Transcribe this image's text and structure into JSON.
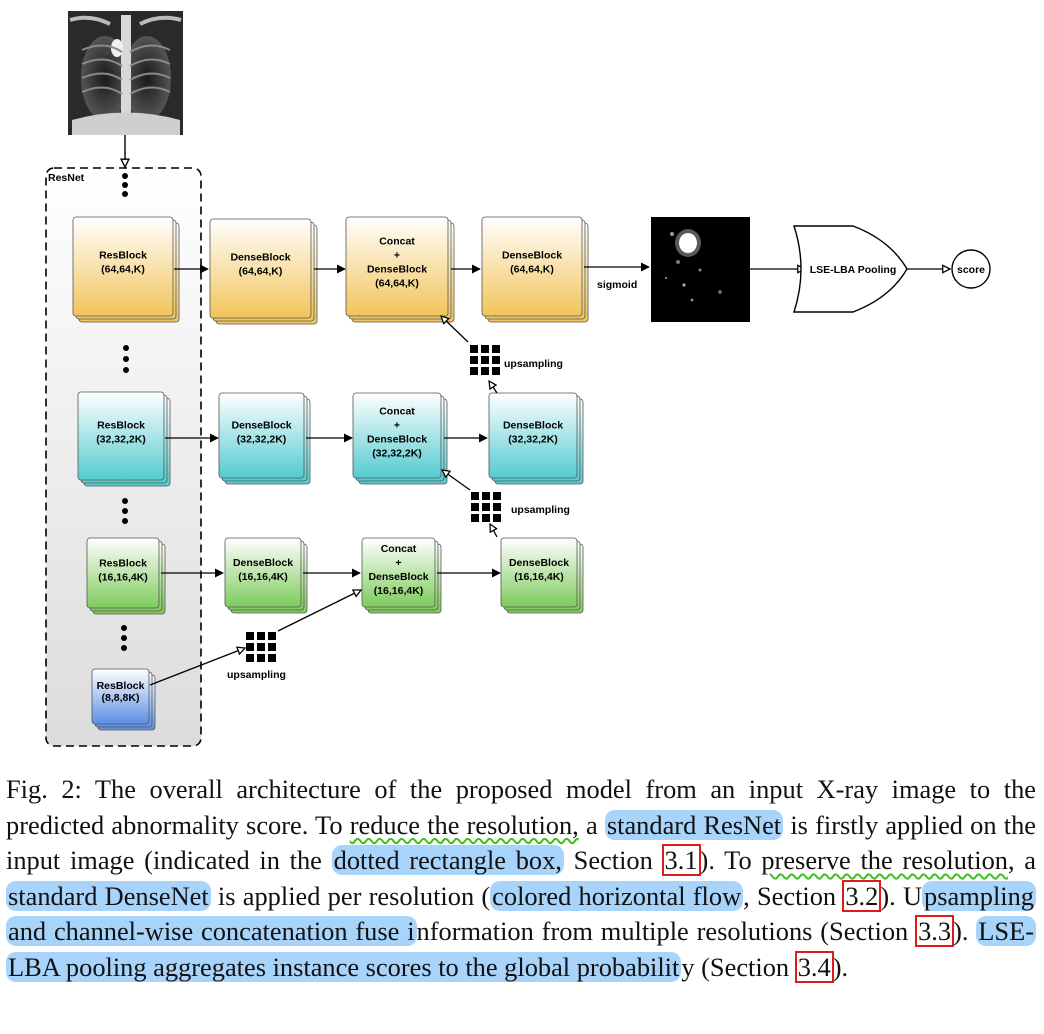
{
  "figure": {
    "resnet_label": "ResNet",
    "sigmoid_label": "sigmoid",
    "pooling_label": "LSE-LBA Pooling",
    "score_label": "score",
    "upsampling_label": "upsampling",
    "colors": {
      "row64": "#f2c45a",
      "row32": "#54cbd0",
      "row16": "#7ecb5c",
      "row8": "#5b8fe6",
      "dashed_box_bg": "#ebebeb"
    },
    "rows": {
      "r64": {
        "resblock": [
          "ResBlock",
          "(64,64,K)"
        ],
        "dense1": [
          "DenseBlock",
          "(64,64,K)"
        ],
        "concat": [
          "Concat",
          "+",
          "DenseBlock",
          "(64,64,K)"
        ],
        "dense2": [
          "DenseBlock",
          "(64,64,K)"
        ]
      },
      "r32": {
        "resblock": [
          "ResBlock",
          "(32,32,2K)"
        ],
        "dense1": [
          "DenseBlock",
          "(32,32,2K)"
        ],
        "concat": [
          "Concat",
          "+",
          "DenseBlock",
          "(32,32,2K)"
        ],
        "dense2": [
          "DenseBlock",
          "(32,32,2K)"
        ]
      },
      "r16": {
        "resblock": [
          "ResBlock",
          "(16,16,4K)"
        ],
        "dense1": [
          "DenseBlock",
          "(16,16,4K)"
        ],
        "concat": [
          "Concat",
          "+",
          "DenseBlock",
          "(16,16,4K)"
        ],
        "dense2": [
          "DenseBlock",
          "(16,16,4K)"
        ]
      },
      "r8": {
        "resblock": [
          "ResBlock",
          "(8,8,8K)"
        ]
      }
    },
    "icons": {
      "input": "chest-xray-image",
      "heatmap": "abnormality-heatmap",
      "upsampling": "grid-icon"
    }
  },
  "caption": {
    "s1": "Fig. 2: The overall architecture of the proposed model from an input X-ray image to the predicted abnormality score. To ",
    "s2": "reduce the resolution,",
    "s3": " a ",
    "s4": "standard ResNet",
    "s5": " is firstly applied on the input image (indicated in the ",
    "s6": "dotted rectangle box,",
    "s7": " Section ",
    "s8": "3.1",
    "s9": "). To ",
    "s10": "preserve the resolution",
    "s11": ", a ",
    "s12": "standard DenseNet",
    "s13": " is applied per resolution (",
    "s14": "colored horizontal flow",
    "s15": ", Section ",
    "s16": "3.2",
    "s17": "). U",
    "s18": "psampling and channel-wise concatenation fuse i",
    "s19": "nformation from multiple resolutions (Section ",
    "s20": "3.3",
    "s21": "). ",
    "s22": "LSE-LBA pooling aggregates instance scores to the global probabilit",
    "s23": "y (Section ",
    "s24": "3.4",
    "s25": ")."
  }
}
